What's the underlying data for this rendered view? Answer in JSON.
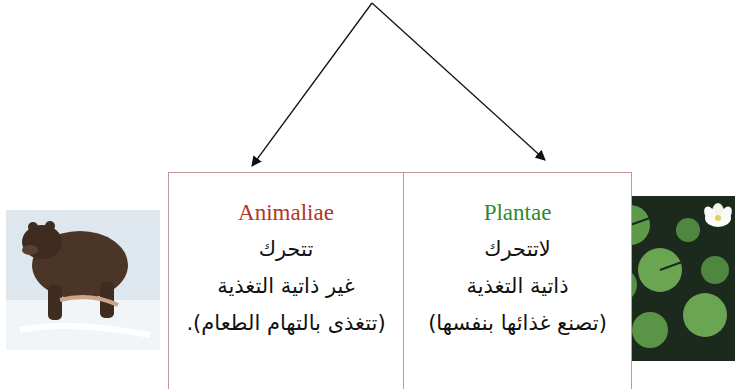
{
  "diagram": {
    "nodes": [
      {
        "text": [
          "Animaliae",
          "تتحرك",
          "غير ذاتية التغذية",
          "(تتغذى بالتهام الطعام)."
        ]
      },
      {
        "text": [
          "Plantae",
          "لاتتحرك",
          "ذاتية التغذية",
          "(تصنع غذائها بنفسها)"
        ]
      }
    ]
  }
}
